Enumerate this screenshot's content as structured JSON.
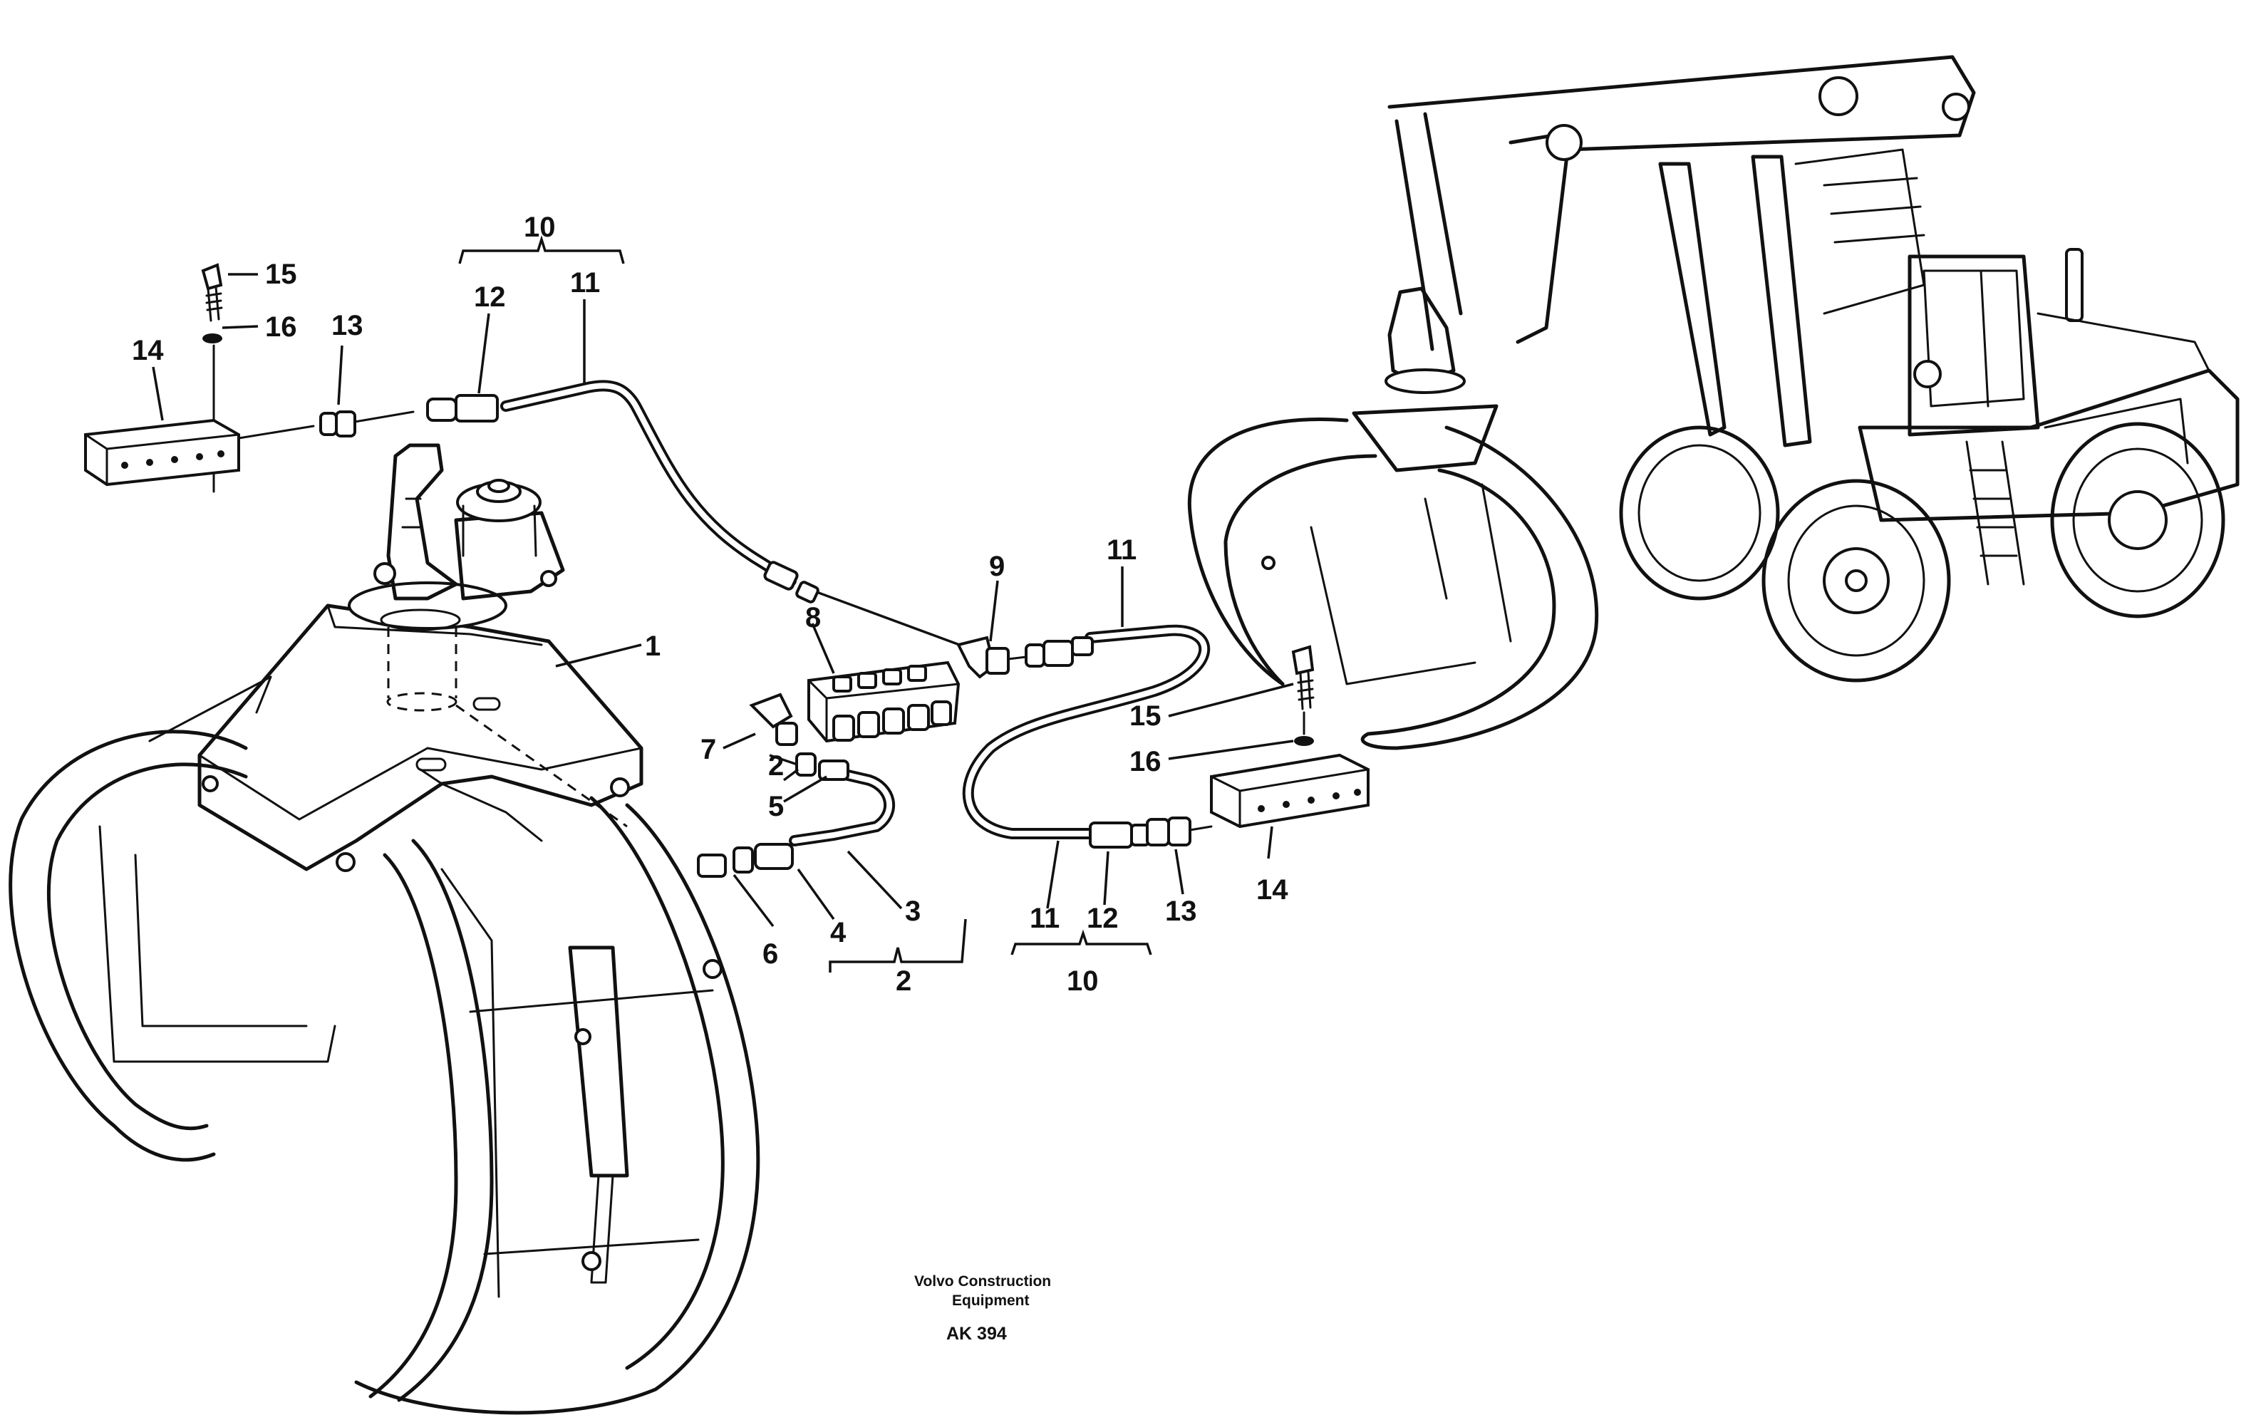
{
  "callouts": {
    "c1": "1",
    "c2a": "2",
    "c2b": "2",
    "c3": "3",
    "c4": "4",
    "c5": "5",
    "c6": "6",
    "c7": "7",
    "c8": "8",
    "c9": "9",
    "c10a": "10",
    "c10b": "10",
    "c11a": "11",
    "c11b": "11",
    "c11c": "11",
    "c12a": "12",
    "c12b": "12",
    "c13a": "13",
    "c13b": "13",
    "c14a": "14",
    "c14b": "14",
    "c15a": "15",
    "c15b": "15",
    "c16a": "16",
    "c16b": "16"
  },
  "footer": {
    "company_line1": "Volvo Construction",
    "company_line2": "Equipment",
    "drawing_code": "AK 394"
  },
  "icons": {
    "grapple": "log-grapple-illustration",
    "loader": "wheel-loader-with-grapple-illustration"
  }
}
